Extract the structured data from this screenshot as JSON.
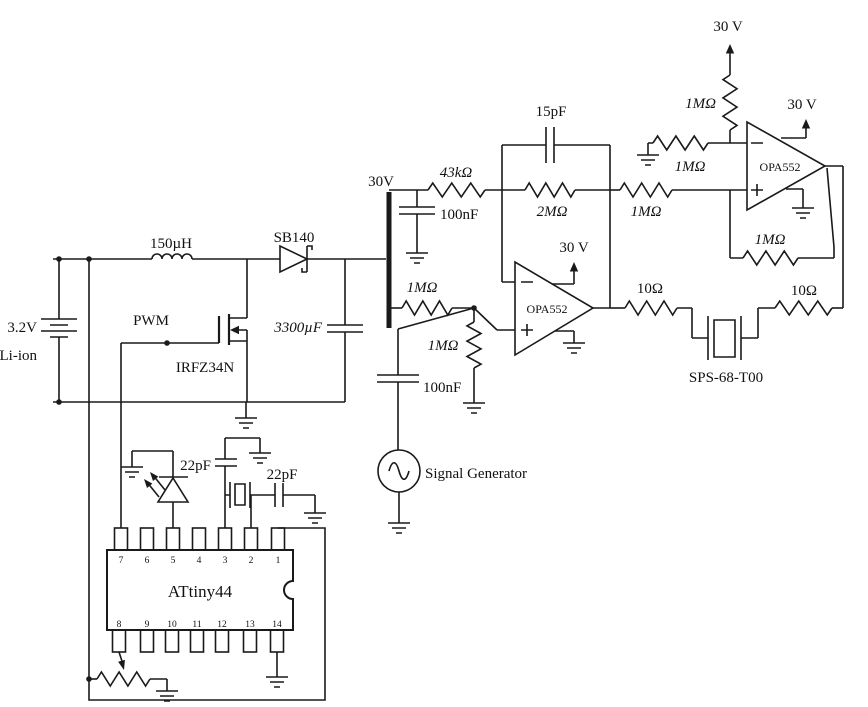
{
  "colors": {
    "ink": "#1a1a1a",
    "background": "#ffffff"
  },
  "power_stage": {
    "battery_voltage": "3.2V",
    "battery_chemistry": "Li-ion",
    "inductor_value": "150µH",
    "gate_signal_label": "PWM",
    "mosfet_part": "IRFZ34N",
    "diode_part": "SB140",
    "bulk_capacitor_value": "3300µF",
    "output_rail_label": "30V"
  },
  "preamp_stage": {
    "input_resistor": "43kΩ",
    "rail_filter_capacitor": "100nF",
    "feedback_capacitor": "15pF",
    "feedback_resistor": "2MΩ",
    "opamp_part": "OPA552",
    "supply_label": "30 V",
    "bias_resistor_horizontal": "1MΩ",
    "bias_resistor_vertical": "1MΩ",
    "coupling_capacitor": "100nF",
    "signal_source_label": "Signal Generator"
  },
  "driver_stage": {
    "supply_rail_label": "30 V",
    "pullup_resistor": "1MΩ",
    "ground_resistor": "1MΩ",
    "input_resistor": "1MΩ",
    "feedback_resistor": "1MΩ",
    "opamp_part": "OPA552",
    "supply_label": "30 V"
  },
  "output_stage": {
    "left_series_resistor": "10Ω",
    "right_series_resistor": "10Ω",
    "transducer_part": "SPS-68-T00"
  },
  "mcu": {
    "part": "ATtiny44",
    "top_pins": [
      "7",
      "6",
      "5",
      "4",
      "3",
      "2",
      "1"
    ],
    "bottom_pins": [
      "8",
      "9",
      "10",
      "11",
      "12",
      "13",
      "14"
    ],
    "xtal_cap_left": "22pF",
    "xtal_cap_right": "22pF"
  }
}
